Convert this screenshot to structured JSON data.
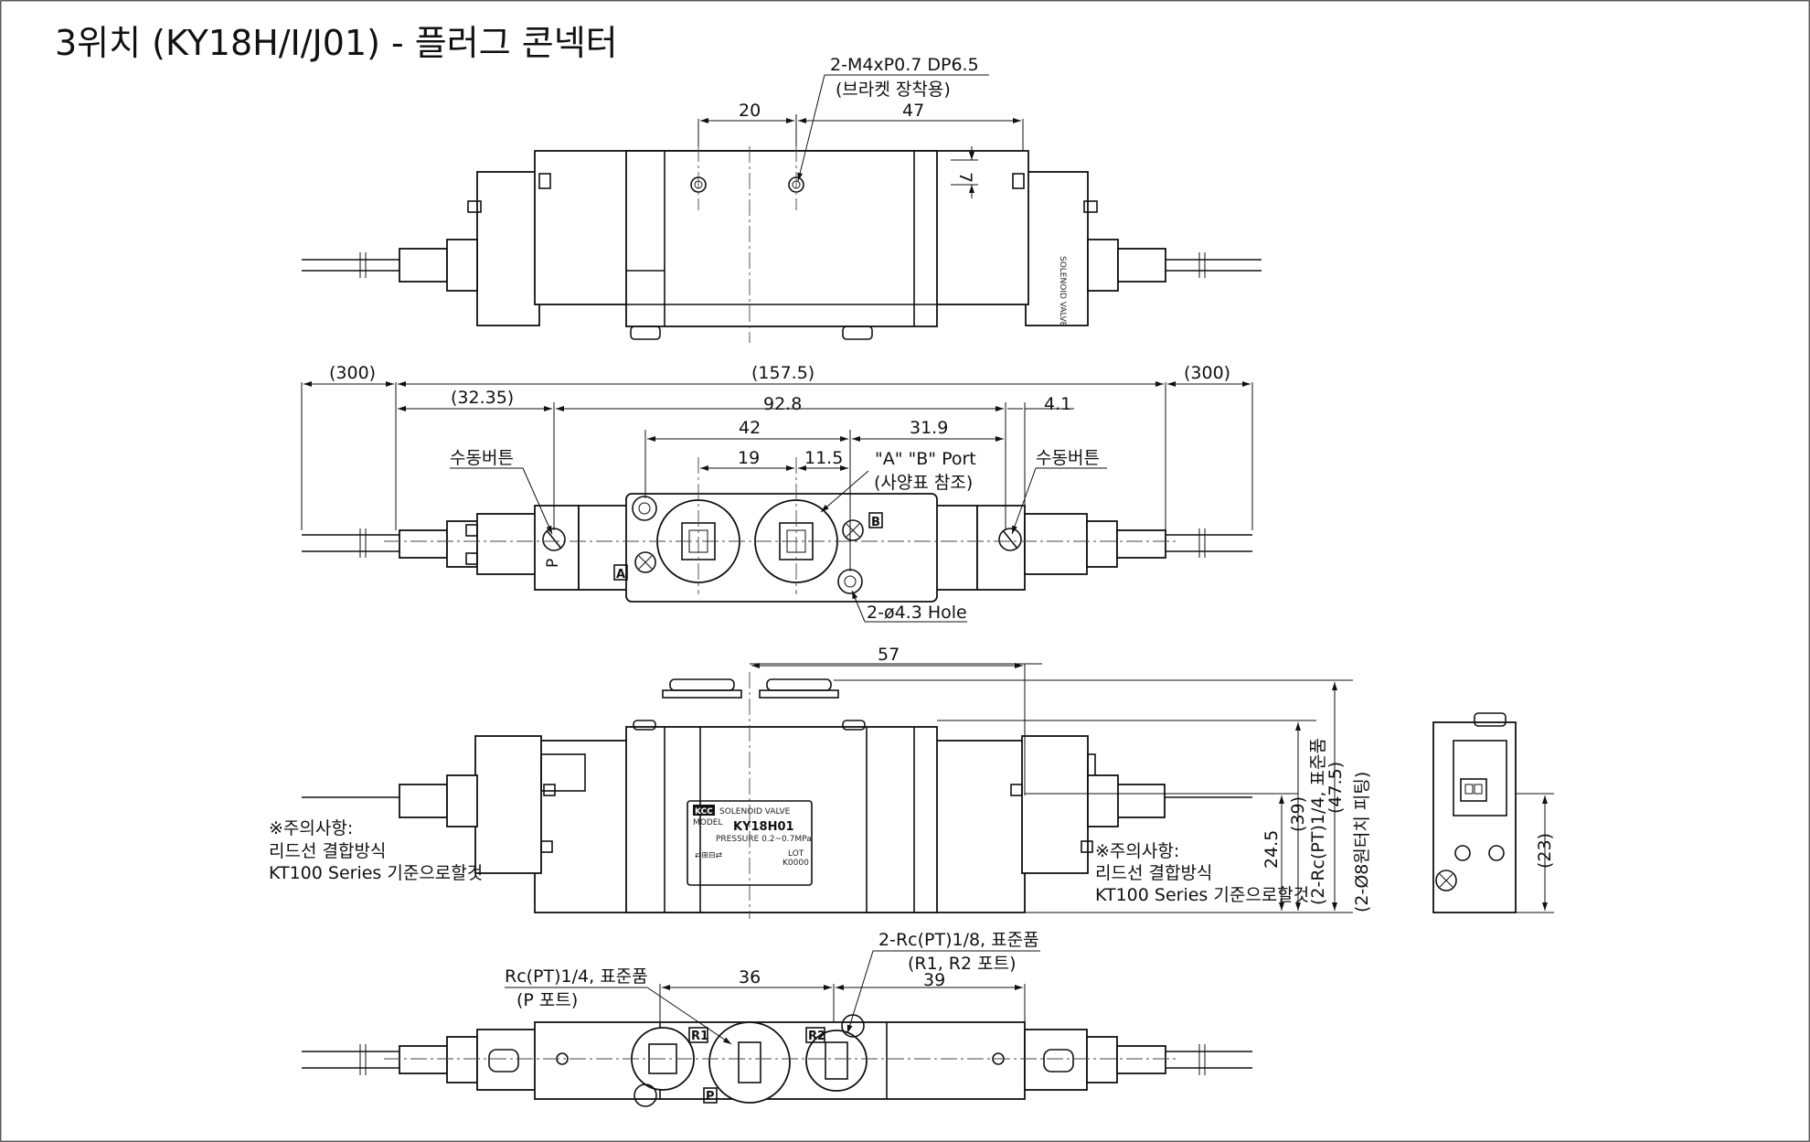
{
  "title": "3위치 (KY18H/I/J01) - 플러그 콘넥터",
  "top_view": {
    "thread_callout": "2-M4xP0.7 DP6.5",
    "thread_note": "(브라켓 장착용)",
    "dim_20": "20",
    "dim_47": "47",
    "dim_7": "7"
  },
  "front_view": {
    "dim_300_left": "(300)",
    "dim_157_5": "(157.5)",
    "dim_300_right": "(300)",
    "dim_32_35": "(32.35)",
    "dim_92_8": "92.8",
    "dim_4_1": "4.1",
    "dim_42": "42",
    "dim_31_9": "31.9",
    "dim_19": "19",
    "dim_11_5": "11.5",
    "manual_button_left": "수동버튼",
    "manual_button_right": "수동버튼",
    "port_callout": "\"A\" \"B\" Port",
    "port_note": "(사양표 참조)",
    "hole_callout": "2-ø4.3 Hole",
    "label_P": "P",
    "label_A": "A",
    "label_B": "B"
  },
  "side_view": {
    "dim_57": "57",
    "dim_39": "(39)",
    "dim_24_5": "24.5",
    "dim_rc14": "(2-Rc(PT)1/4, 표준품",
    "dim_47_5": "(47.5)",
    "dim_8touch": "(2-Ø8원터치 피팅)",
    "dim_23": "(23)",
    "note_left": [
      "※주의사항:",
      "리드선 결합방식",
      "KT100 Series 기준으로할것"
    ],
    "note_right": [
      "※주의사항:",
      "리드선 결합방식",
      "KT100 Series 기준으로할것"
    ],
    "nameplate": {
      "brand": "KCC",
      "product": "SOLENOID VALVE",
      "model_label": "MODEL",
      "model": "KY18H01",
      "pressure": "PRESSURE  0.2~0.7MPa",
      "lot_label": "LOT",
      "lot": "K0000"
    }
  },
  "bottom_view": {
    "p_callout": "Rc(PT)1/4, 표준품",
    "p_note": "(P 포트)",
    "r_callout": "2-Rc(PT)1/8, 표준품",
    "r_note": "(R1, R2 포트)",
    "dim_36": "36",
    "dim_39": "39",
    "label_R1": "R1",
    "label_R2": "R2",
    "label_P": "P"
  }
}
